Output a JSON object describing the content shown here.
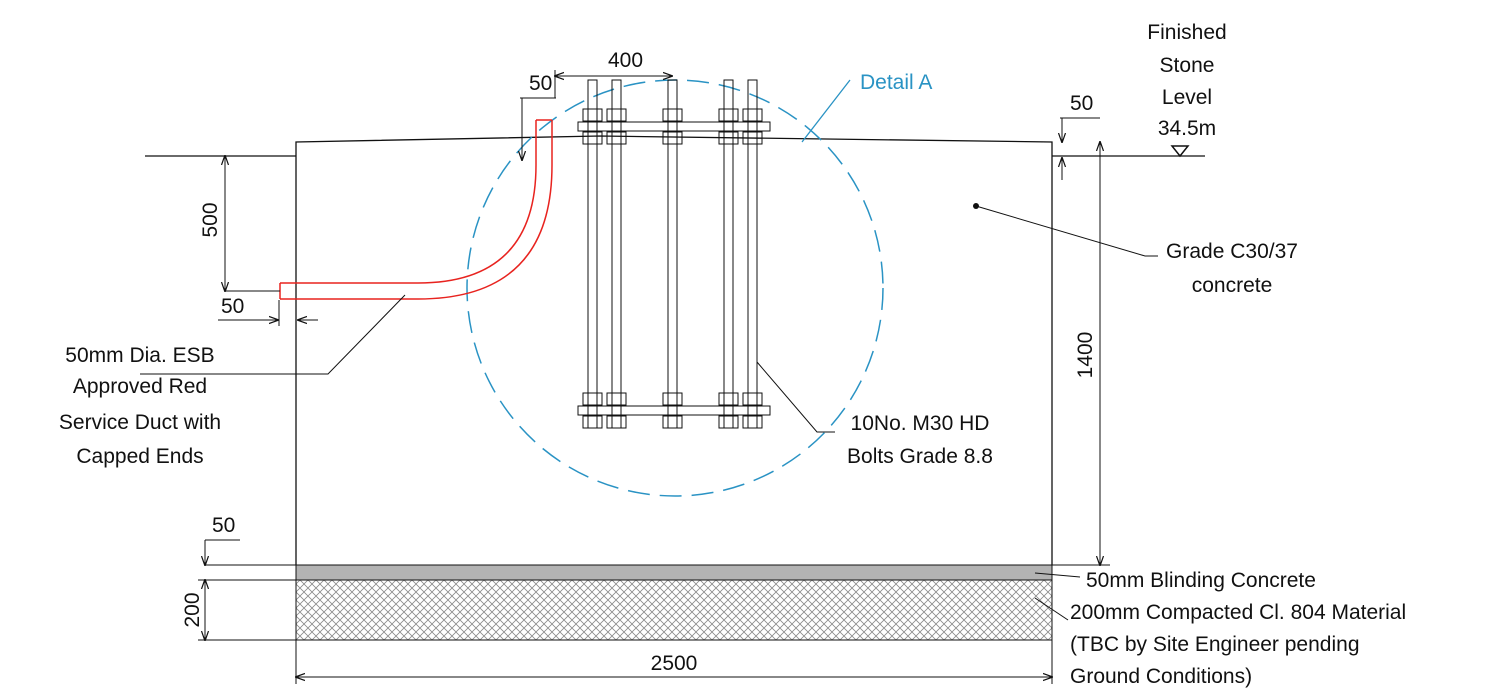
{
  "dimensions": {
    "top_offset": "50",
    "bolt_spacing": "400",
    "right_offset": "50",
    "duct_depth": "500",
    "duct_offset": "50",
    "blinding_thickness": "50",
    "material_thickness": "200",
    "base_width": "2500",
    "foundation_depth": "1400"
  },
  "labels": {
    "detail": "Detail A",
    "finished_level": [
      "Finished",
      "Stone",
      "Level",
      "34.5m"
    ],
    "concrete": [
      "Grade C30/37",
      "concrete"
    ],
    "duct": [
      "50mm Dia. ESB",
      "Approved Red",
      "Service Duct with",
      "Capped Ends"
    ],
    "bolts": [
      "10No. M30 HD",
      "Bolts Grade 8.8"
    ],
    "blinding": "50mm Blinding Concrete",
    "material": [
      "200mm Compacted Cl. 804 Material",
      "(TBC by Site Engineer pending",
      "Ground Conditions)"
    ]
  },
  "colors": {
    "duct": "#e8231f",
    "detail_circle": "#2a93c4",
    "blinding": "#b3b3b3",
    "hatch": "#8a8a8a"
  }
}
